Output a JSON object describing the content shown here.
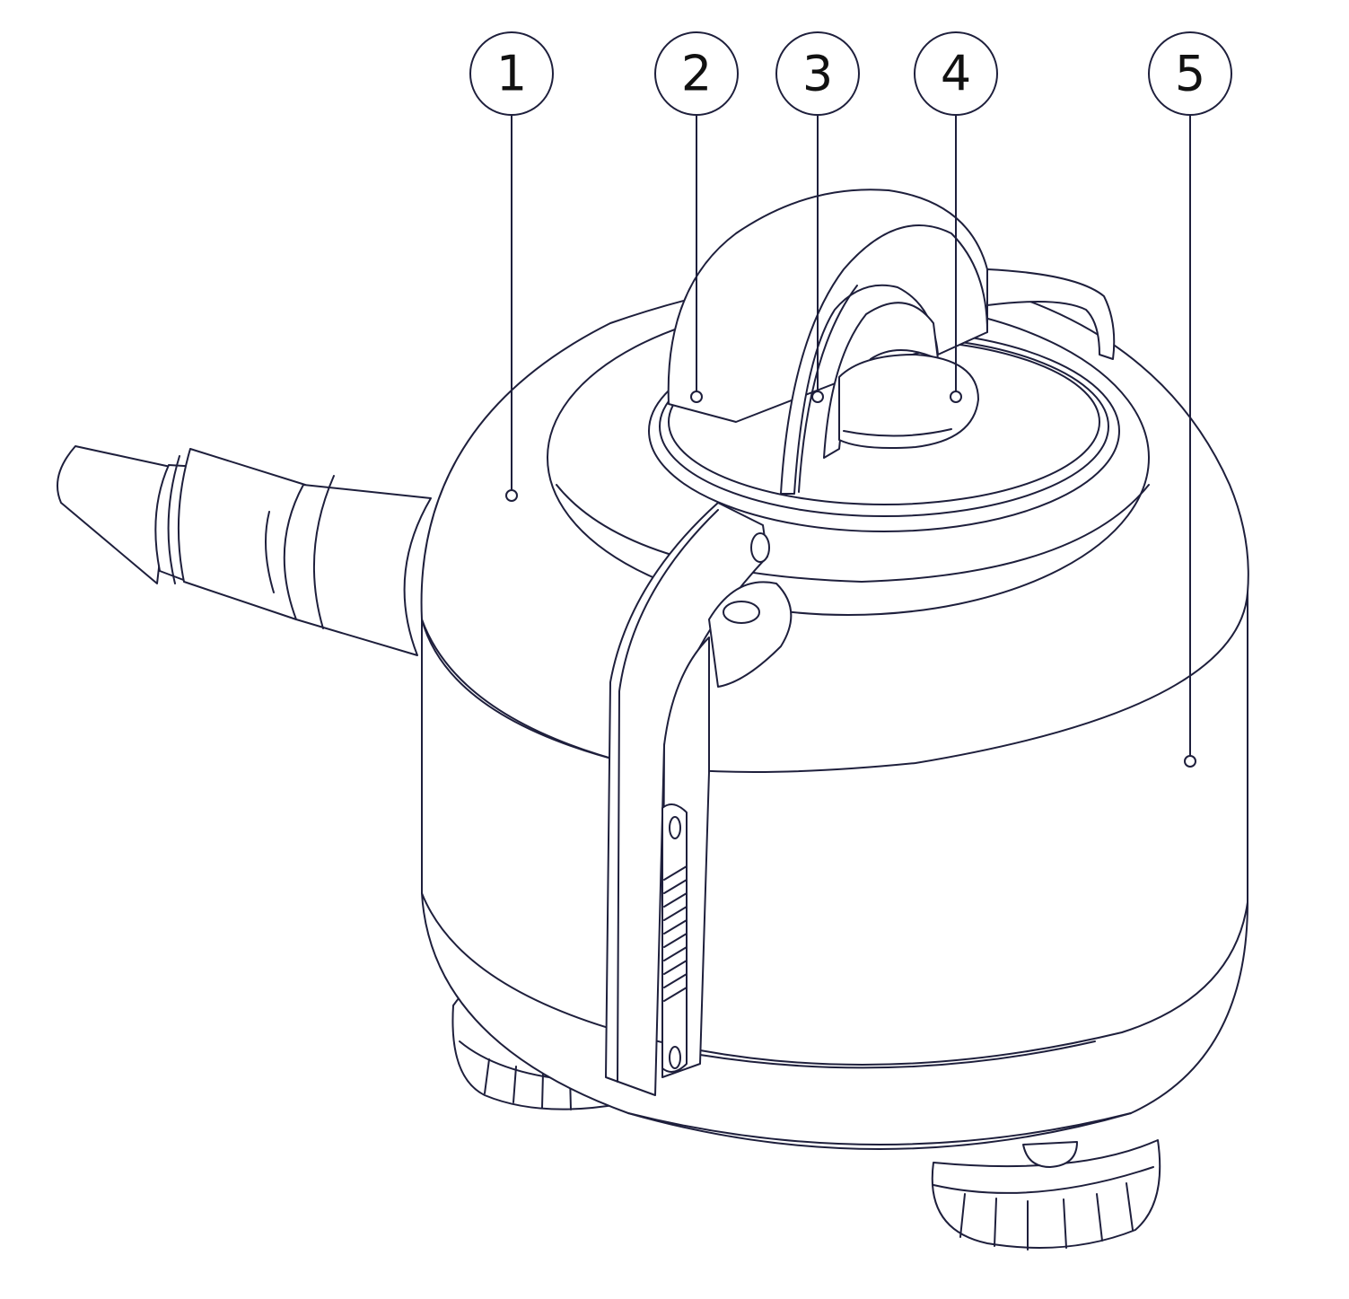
{
  "callouts": [
    {
      "id": "1",
      "label": "1"
    },
    {
      "id": "2",
      "label": "2"
    },
    {
      "id": "3",
      "label": "3"
    },
    {
      "id": "4",
      "label": "4"
    },
    {
      "id": "5",
      "label": "5"
    }
  ],
  "colors": {
    "line": "#1e1f3c",
    "background": "#ffffff",
    "text": "#111111"
  }
}
